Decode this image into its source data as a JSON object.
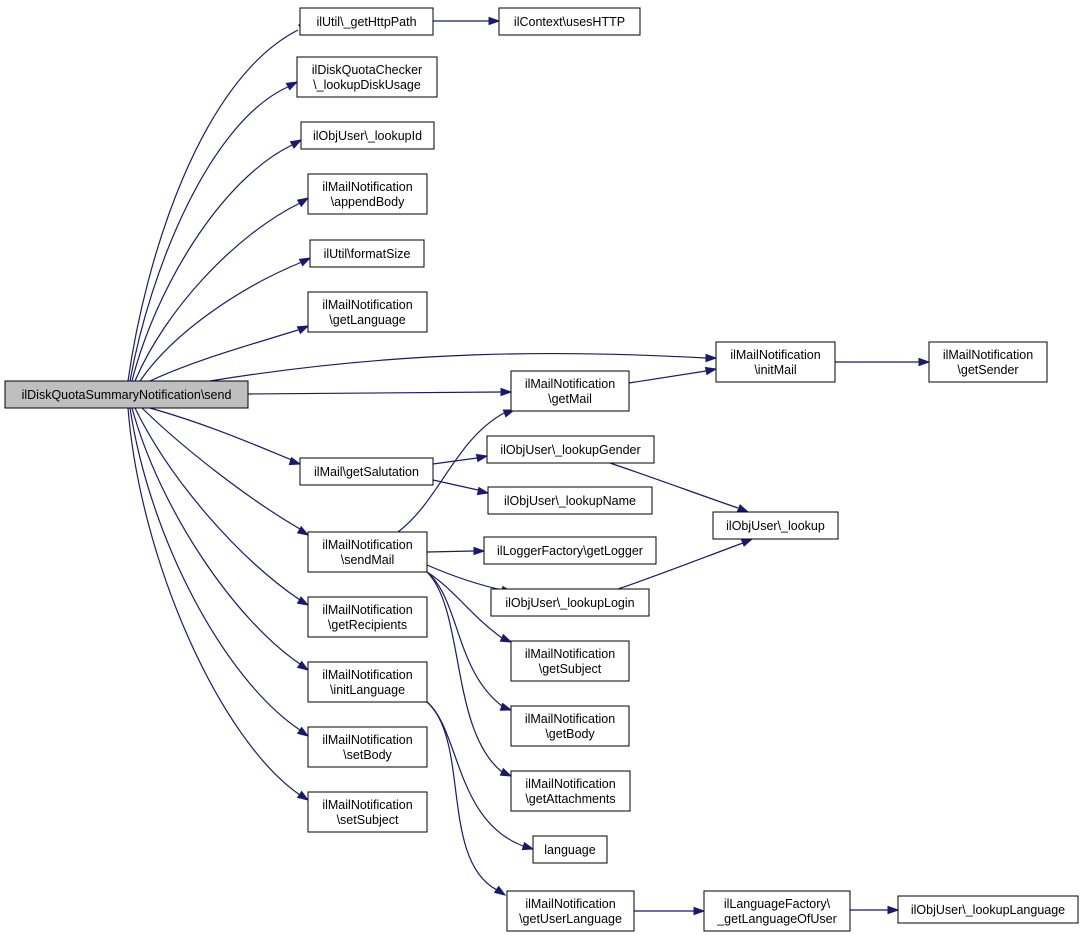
{
  "diagram": {
    "nodes": [
      {
        "id": "send",
        "lines": [
          "ilDiskQuotaSummaryNotification\\send"
        ],
        "root": true
      },
      {
        "id": "getHttpPath",
        "lines": [
          "ilUtil\\_getHttpPath"
        ]
      },
      {
        "id": "usesHTTP",
        "lines": [
          "ilContext\\usesHTTP"
        ]
      },
      {
        "id": "lookupDiskUsage",
        "lines": [
          "ilDiskQuotaChecker",
          "\\_lookupDiskUsage"
        ]
      },
      {
        "id": "lookupId",
        "lines": [
          "ilObjUser\\_lookupId"
        ]
      },
      {
        "id": "appendBody",
        "lines": [
          "ilMailNotification",
          "\\appendBody"
        ]
      },
      {
        "id": "formatSize",
        "lines": [
          "ilUtil\\formatSize"
        ]
      },
      {
        "id": "getLanguage",
        "lines": [
          "ilMailNotification",
          "\\getLanguage"
        ]
      },
      {
        "id": "initMail",
        "lines": [
          "ilMailNotification",
          "\\initMail"
        ]
      },
      {
        "id": "getSender",
        "lines": [
          "ilMailNotification",
          "\\getSender"
        ]
      },
      {
        "id": "getMail",
        "lines": [
          "ilMailNotification",
          "\\getMail"
        ]
      },
      {
        "id": "getSalutation",
        "lines": [
          "ilMail\\getSalutation"
        ]
      },
      {
        "id": "lookupGender",
        "lines": [
          "ilObjUser\\_lookupGender"
        ]
      },
      {
        "id": "lookupName",
        "lines": [
          "ilObjUser\\_lookupName"
        ]
      },
      {
        "id": "lookup",
        "lines": [
          "ilObjUser\\_lookup"
        ]
      },
      {
        "id": "sendMail",
        "lines": [
          "ilMailNotification",
          "\\sendMail"
        ]
      },
      {
        "id": "getLogger",
        "lines": [
          "ilLoggerFactory\\getLogger"
        ]
      },
      {
        "id": "lookupLogin",
        "lines": [
          "ilObjUser\\_lookupLogin"
        ]
      },
      {
        "id": "getRecipients",
        "lines": [
          "ilMailNotification",
          "\\getRecipients"
        ]
      },
      {
        "id": "getSubject",
        "lines": [
          "ilMailNotification",
          "\\getSubject"
        ]
      },
      {
        "id": "initLanguage",
        "lines": [
          "ilMailNotification",
          "\\initLanguage"
        ]
      },
      {
        "id": "getBody",
        "lines": [
          "ilMailNotification",
          "\\getBody"
        ]
      },
      {
        "id": "setBody",
        "lines": [
          "ilMailNotification",
          "\\setBody"
        ]
      },
      {
        "id": "getAttachments",
        "lines": [
          "ilMailNotification",
          "\\getAttachments"
        ]
      },
      {
        "id": "setSubject",
        "lines": [
          "ilMailNotification",
          "\\setSubject"
        ]
      },
      {
        "id": "language",
        "lines": [
          "language"
        ]
      },
      {
        "id": "getUserLanguage",
        "lines": [
          "ilMailNotification",
          "\\getUserLanguage"
        ]
      },
      {
        "id": "getLanguageOfUser",
        "lines": [
          "ilLanguageFactory\\",
          "_getLanguageOfUser"
        ]
      },
      {
        "id": "lookupLanguage",
        "lines": [
          "ilObjUser\\_lookupLanguage"
        ]
      }
    ],
    "edges": [
      {
        "from": "send",
        "to": "getHttpPath"
      },
      {
        "from": "getHttpPath",
        "to": "usesHTTP"
      },
      {
        "from": "send",
        "to": "lookupDiskUsage"
      },
      {
        "from": "send",
        "to": "lookupId"
      },
      {
        "from": "send",
        "to": "appendBody"
      },
      {
        "from": "send",
        "to": "formatSize"
      },
      {
        "from": "send",
        "to": "getLanguage"
      },
      {
        "from": "send",
        "to": "initMail"
      },
      {
        "from": "initMail",
        "to": "getSender"
      },
      {
        "from": "send",
        "to": "getMail"
      },
      {
        "from": "getMail",
        "to": "initMail"
      },
      {
        "from": "send",
        "to": "getSalutation"
      },
      {
        "from": "getSalutation",
        "to": "lookupGender"
      },
      {
        "from": "getSalutation",
        "to": "lookupName"
      },
      {
        "from": "lookupGender",
        "to": "lookup"
      },
      {
        "from": "send",
        "to": "sendMail"
      },
      {
        "from": "sendMail",
        "to": "getMail"
      },
      {
        "from": "sendMail",
        "to": "getLogger"
      },
      {
        "from": "sendMail",
        "to": "lookupLogin"
      },
      {
        "from": "lookupLogin",
        "to": "lookup"
      },
      {
        "from": "sendMail",
        "to": "getSubject"
      },
      {
        "from": "sendMail",
        "to": "getBody"
      },
      {
        "from": "sendMail",
        "to": "getAttachments"
      },
      {
        "from": "send",
        "to": "getRecipients"
      },
      {
        "from": "send",
        "to": "initLanguage"
      },
      {
        "from": "initLanguage",
        "to": "language"
      },
      {
        "from": "initLanguage",
        "to": "getUserLanguage"
      },
      {
        "from": "getUserLanguage",
        "to": "getLanguageOfUser"
      },
      {
        "from": "getLanguageOfUser",
        "to": "lookupLanguage"
      },
      {
        "from": "send",
        "to": "setBody"
      },
      {
        "from": "send",
        "to": "setSubject"
      }
    ]
  }
}
